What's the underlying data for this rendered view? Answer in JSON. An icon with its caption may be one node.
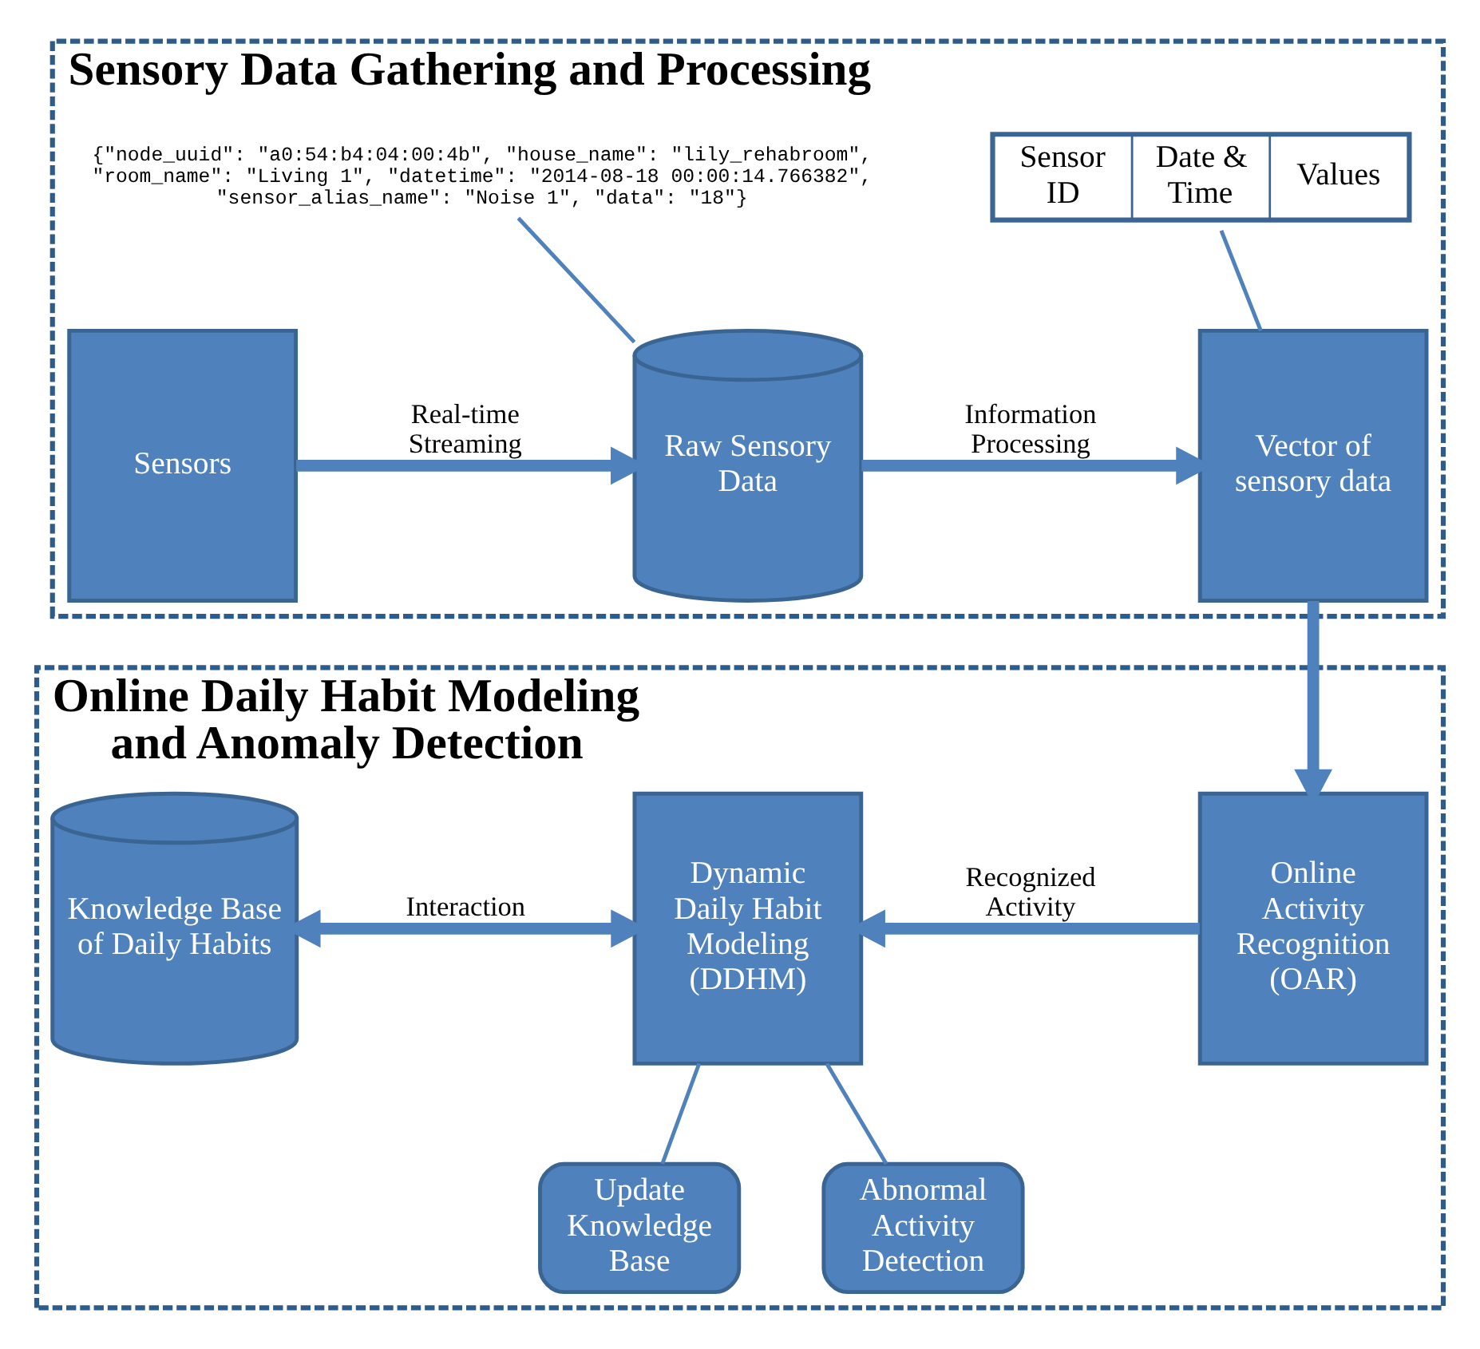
{
  "diagram": {
    "nodes": [
      {
        "text": [
          "Sensory Data Gathering and Processing"
        ]
      },
      {
        "text": [
          "{\"node_uuid\": \"a0:54:b4:04:00:4b\", \"house_name\": \"lily_rehabroom\", \"room_name\": \"Living 1\", \"datetime\": \"2014-08-18 00:00:14.766382\", \"sensor_alias_name\": \"Noise 1\", \"data\": \"18\"}"
        ],
        "in": 0
      },
      {
        "text": [
          "Sensor ID",
          "Date & Time",
          "Values"
        ],
        "in": 0
      },
      {
        "text": [
          "Sensors"
        ],
        "in": 0
      },
      {
        "text": [
          "Raw Sensory Data"
        ],
        "in": 0
      },
      {
        "text": [
          "Vector of sensory data"
        ],
        "in": 0
      },
      {
        "text": [
          "Online Daily Habit Modeling and Anomaly Detection"
        ]
      },
      {
        "text": [
          "Knowledge Base of Daily Habits"
        ],
        "in": 6
      },
      {
        "text": [
          "Dynamic Daily Habit Modeling (DDHM)"
        ],
        "in": 6
      },
      {
        "text": [
          "Online Activity Recognition (OAR)"
        ],
        "in": 6
      },
      {
        "text": [
          "Update Knowledge Base"
        ],
        "in": 6
      },
      {
        "text": [
          "Abnormal Activity Detection"
        ],
        "in": 6
      }
    ],
    "edges": [
      {
        "from": 1,
        "to": 4,
        "arrow": "none"
      },
      {
        "from": 2,
        "to": 5,
        "arrow": "none"
      },
      {
        "from": 3,
        "to": 4,
        "arrow": "to",
        "label": "Real-time Streaming"
      },
      {
        "from": 4,
        "to": 5,
        "arrow": "to",
        "label": "Information Processing"
      },
      {
        "from": 5,
        "to": 9,
        "arrow": "to"
      },
      {
        "from": 9,
        "to": 8,
        "arrow": "to",
        "label": "Recognized Activity"
      },
      {
        "from": 8,
        "to": 7,
        "arrow": "both",
        "label": "Interaction"
      },
      {
        "from": 8,
        "to": 10,
        "arrow": "none"
      },
      {
        "from": 8,
        "to": 11,
        "arrow": "none"
      }
    ]
  }
}
